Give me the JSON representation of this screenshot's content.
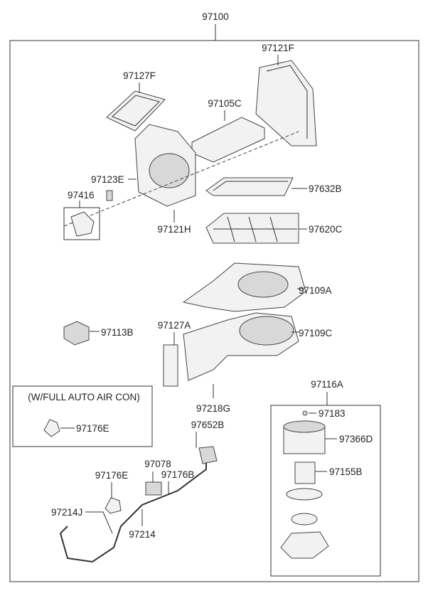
{
  "diagram": {
    "assembly_label": "97100",
    "option_note": "(W/FULL AUTO AIR CON)",
    "subassembly_label": "97116A",
    "parts": {
      "p97127F": "97127F",
      "p97121F": "97121F",
      "p97105C": "97105C",
      "p97123E": "97123E",
      "p97416": "97416",
      "p97632B": "97632B",
      "p97121H": "97121H",
      "p97620C": "97620C",
      "p97109A": "97109A",
      "p97113B": "97113B",
      "p97127A": "97127A",
      "p97109C": "97109C",
      "p97176E_opt": "97176E",
      "p97218G": "97218G",
      "p97183": "97183",
      "p97366D": "97366D",
      "p97155B": "97155B",
      "p97652B": "97652B",
      "p97078": "97078",
      "p97176B": "97176B",
      "p97176E": "97176E",
      "p97214J": "97214J",
      "p97214": "97214"
    }
  }
}
